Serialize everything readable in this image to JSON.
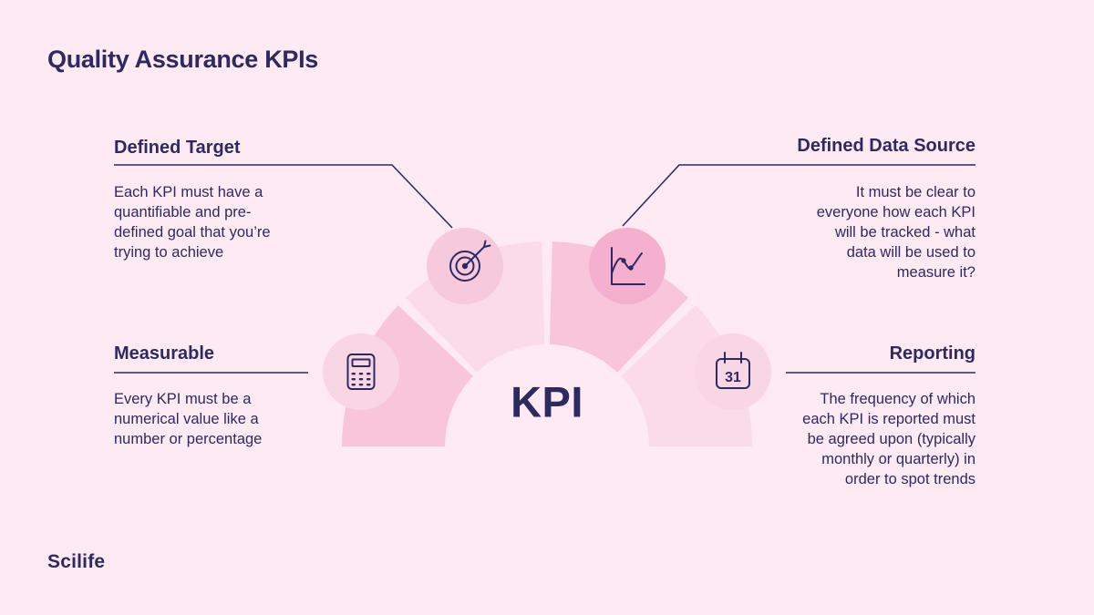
{
  "page": {
    "title": "Quality Assurance KPIs",
    "center_label": "KPI",
    "brand": "Scilife"
  },
  "colors": {
    "background": "#fdeaf2",
    "ink": "#2d2a62",
    "arc-medium": "#f8c5da",
    "arc-light": "#fbdbe9",
    "bubble-light": "#f9d6e4",
    "bubble-medium": "#f5b0d0",
    "bubble-target": "#f7c9dd"
  },
  "sections": [
    {
      "id": "defined-target",
      "title": "Defined Target",
      "body": "Each KPI must have a quantifiable and pre-defined goal that you’re trying to achieve",
      "icon": "target-icon"
    },
    {
      "id": "defined-data-source",
      "title": "Defined Data Source",
      "body": "It must be clear to everyone how each KPI will be tracked - what data will be used to measure it?",
      "icon": "line-chart-icon"
    },
    {
      "id": "measurable",
      "title": "Measurable",
      "body": "Every KPI must be a numerical value like a number or percentage",
      "icon": "calculator-icon"
    },
    {
      "id": "reporting",
      "title": "Reporting",
      "body": "The frequency of which each KPI is reported must be agreed upon (typically monthly or quarterly) in order to spot trends",
      "icon": "calendar-icon"
    }
  ],
  "icons": {
    "calendar_day": "31"
  }
}
